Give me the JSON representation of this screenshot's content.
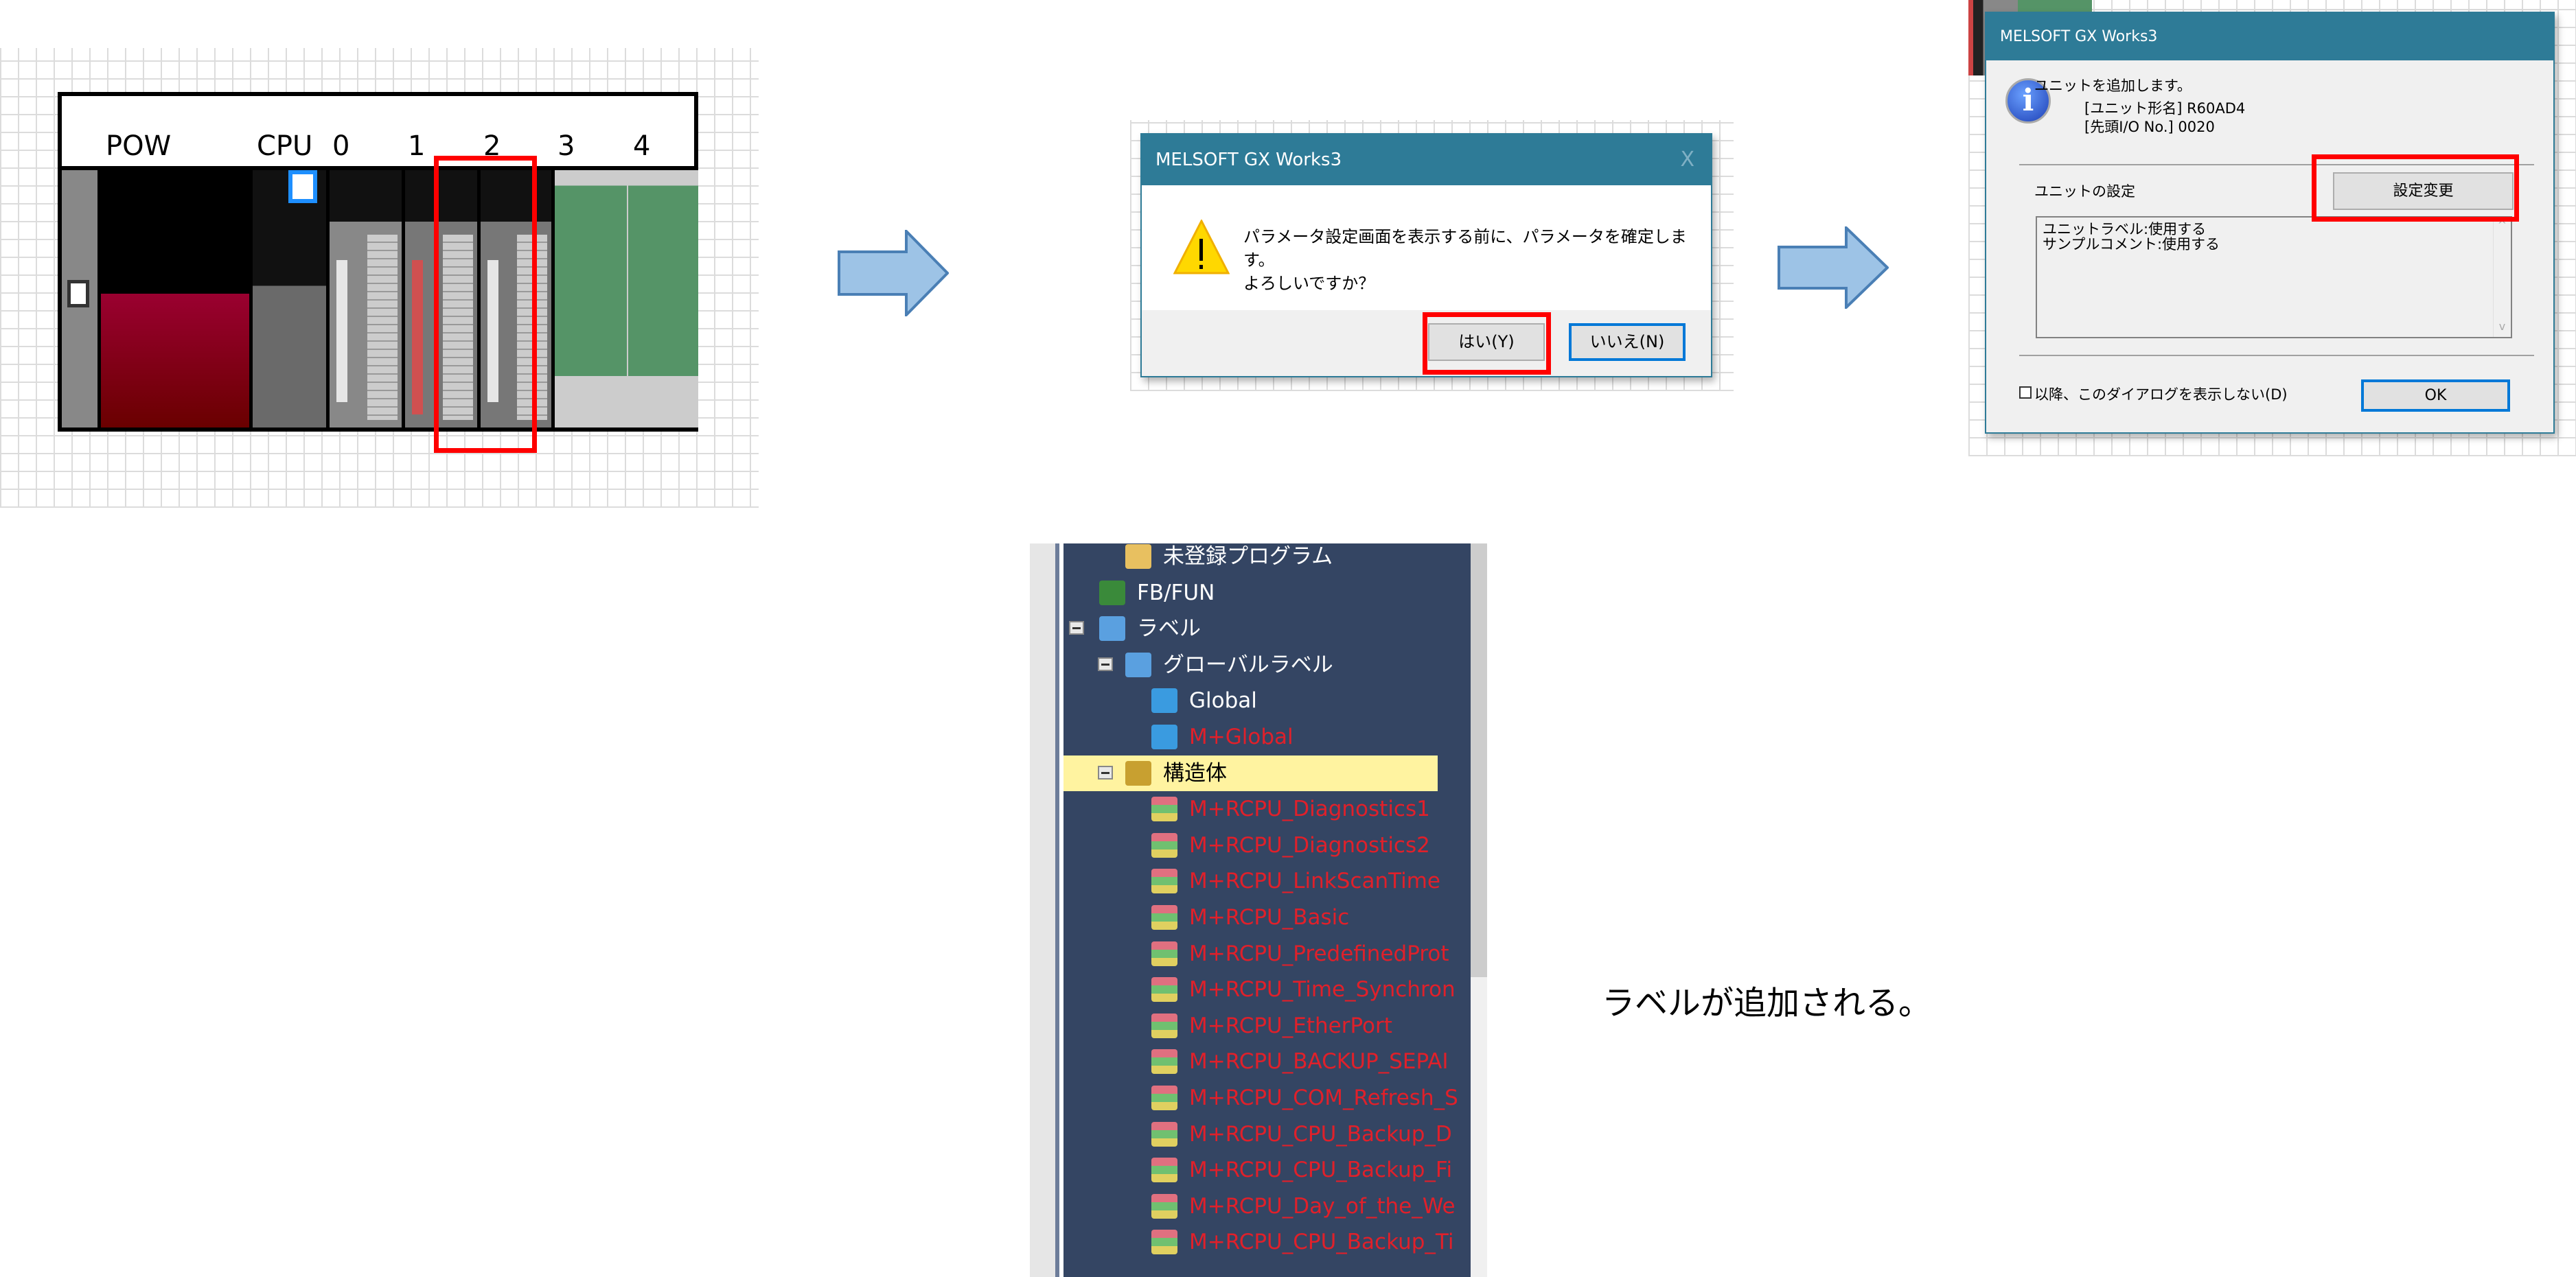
{
  "rack": {
    "slots": [
      "POW",
      "CPU",
      "0",
      "1",
      "2",
      "3",
      "4"
    ]
  },
  "confirm_dialog": {
    "title": "MELSOFT GX Works3",
    "close": "X",
    "message_line1": "パラメータ設定画面を表示する前に、パラメータを確定します。",
    "message_line2": "よろしいですか？",
    "yes_label": "はい(Y)",
    "no_label": "いいえ(N)",
    "icon": "warning-icon"
  },
  "add_unit_dialog": {
    "title": "MELSOFT GX Works3",
    "icon": "info-icon",
    "message": "ユニットを追加します。",
    "unit_model_label": "[ユニット形名]",
    "unit_model": "R60AD4",
    "start_io_label": "[先頭I/O No.]",
    "start_io": "0020",
    "settings_label": "ユニットの設定",
    "change_button": "設定変更",
    "settings_lines": [
      "ユニットラベル:使用する",
      "サンプルコメント:使用する"
    ],
    "dont_show_label": "以降、このダイアログを表示しない(D)",
    "ok_label": "OK"
  },
  "tree": {
    "items": [
      {
        "label": "未登録プログラム",
        "red": false
      },
      {
        "label": "FB/FUN",
        "red": false
      },
      {
        "label": "ラベル",
        "red": false
      },
      {
        "label": "グローバルラベル",
        "red": false
      },
      {
        "label": "Global",
        "red": false
      },
      {
        "label": "M+Global",
        "red": true
      },
      {
        "label": "構造体",
        "red": false
      },
      {
        "label": "M+RCPU_Diagnostics1",
        "red": true
      },
      {
        "label": "M+RCPU_Diagnostics2",
        "red": true
      },
      {
        "label": "M+RCPU_LinkScanTime",
        "red": true
      },
      {
        "label": "M+RCPU_Basic",
        "red": true
      },
      {
        "label": "M+RCPU_PredefinedProt",
        "red": true
      },
      {
        "label": "M+RCPU_Time_Synchron",
        "red": true
      },
      {
        "label": "M+RCPU_EtherPort",
        "red": true
      },
      {
        "label": "M+RCPU_BACKUP_SEPAI",
        "red": true
      },
      {
        "label": "M+RCPU_COM_Refresh_S",
        "red": true
      },
      {
        "label": "M+RCPU_CPU_Backup_D",
        "red": true
      },
      {
        "label": "M+RCPU_CPU_Backup_Fi",
        "red": true
      },
      {
        "label": "M+RCPU_Day_of_the_We",
        "red": true
      },
      {
        "label": "M+RCPU_CPU_Backup_Ti",
        "red": true
      }
    ]
  },
  "caption": "ラベルが追加される。",
  "colors": {
    "highlight": "#f00",
    "title_bar": "#2e7b97",
    "tree_bg": "#344563",
    "selected_row": "#fff3a0"
  }
}
